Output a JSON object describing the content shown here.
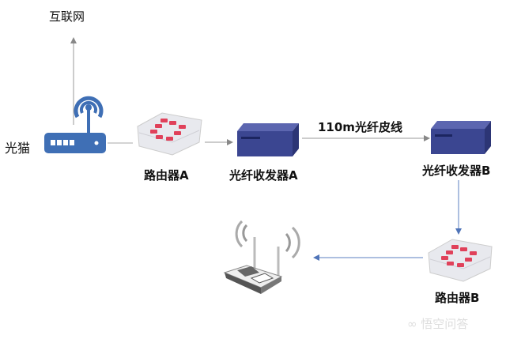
{
  "labels": {
    "internet": "互联网",
    "modem": "光猫",
    "router_a": "路由器A",
    "transceiver_a": "光纤收发器A",
    "cable": "110m光纤皮线",
    "transceiver_b": "光纤收发器B",
    "router_b": "路由器B"
  },
  "watermark": "悟空问答",
  "colors": {
    "modem_blue": "#3f6fb5",
    "transceiver": "#3b4691",
    "router_red": "#e0415a",
    "arrow_gray": "#999999",
    "arrow_blue": "#5b7fc0"
  }
}
